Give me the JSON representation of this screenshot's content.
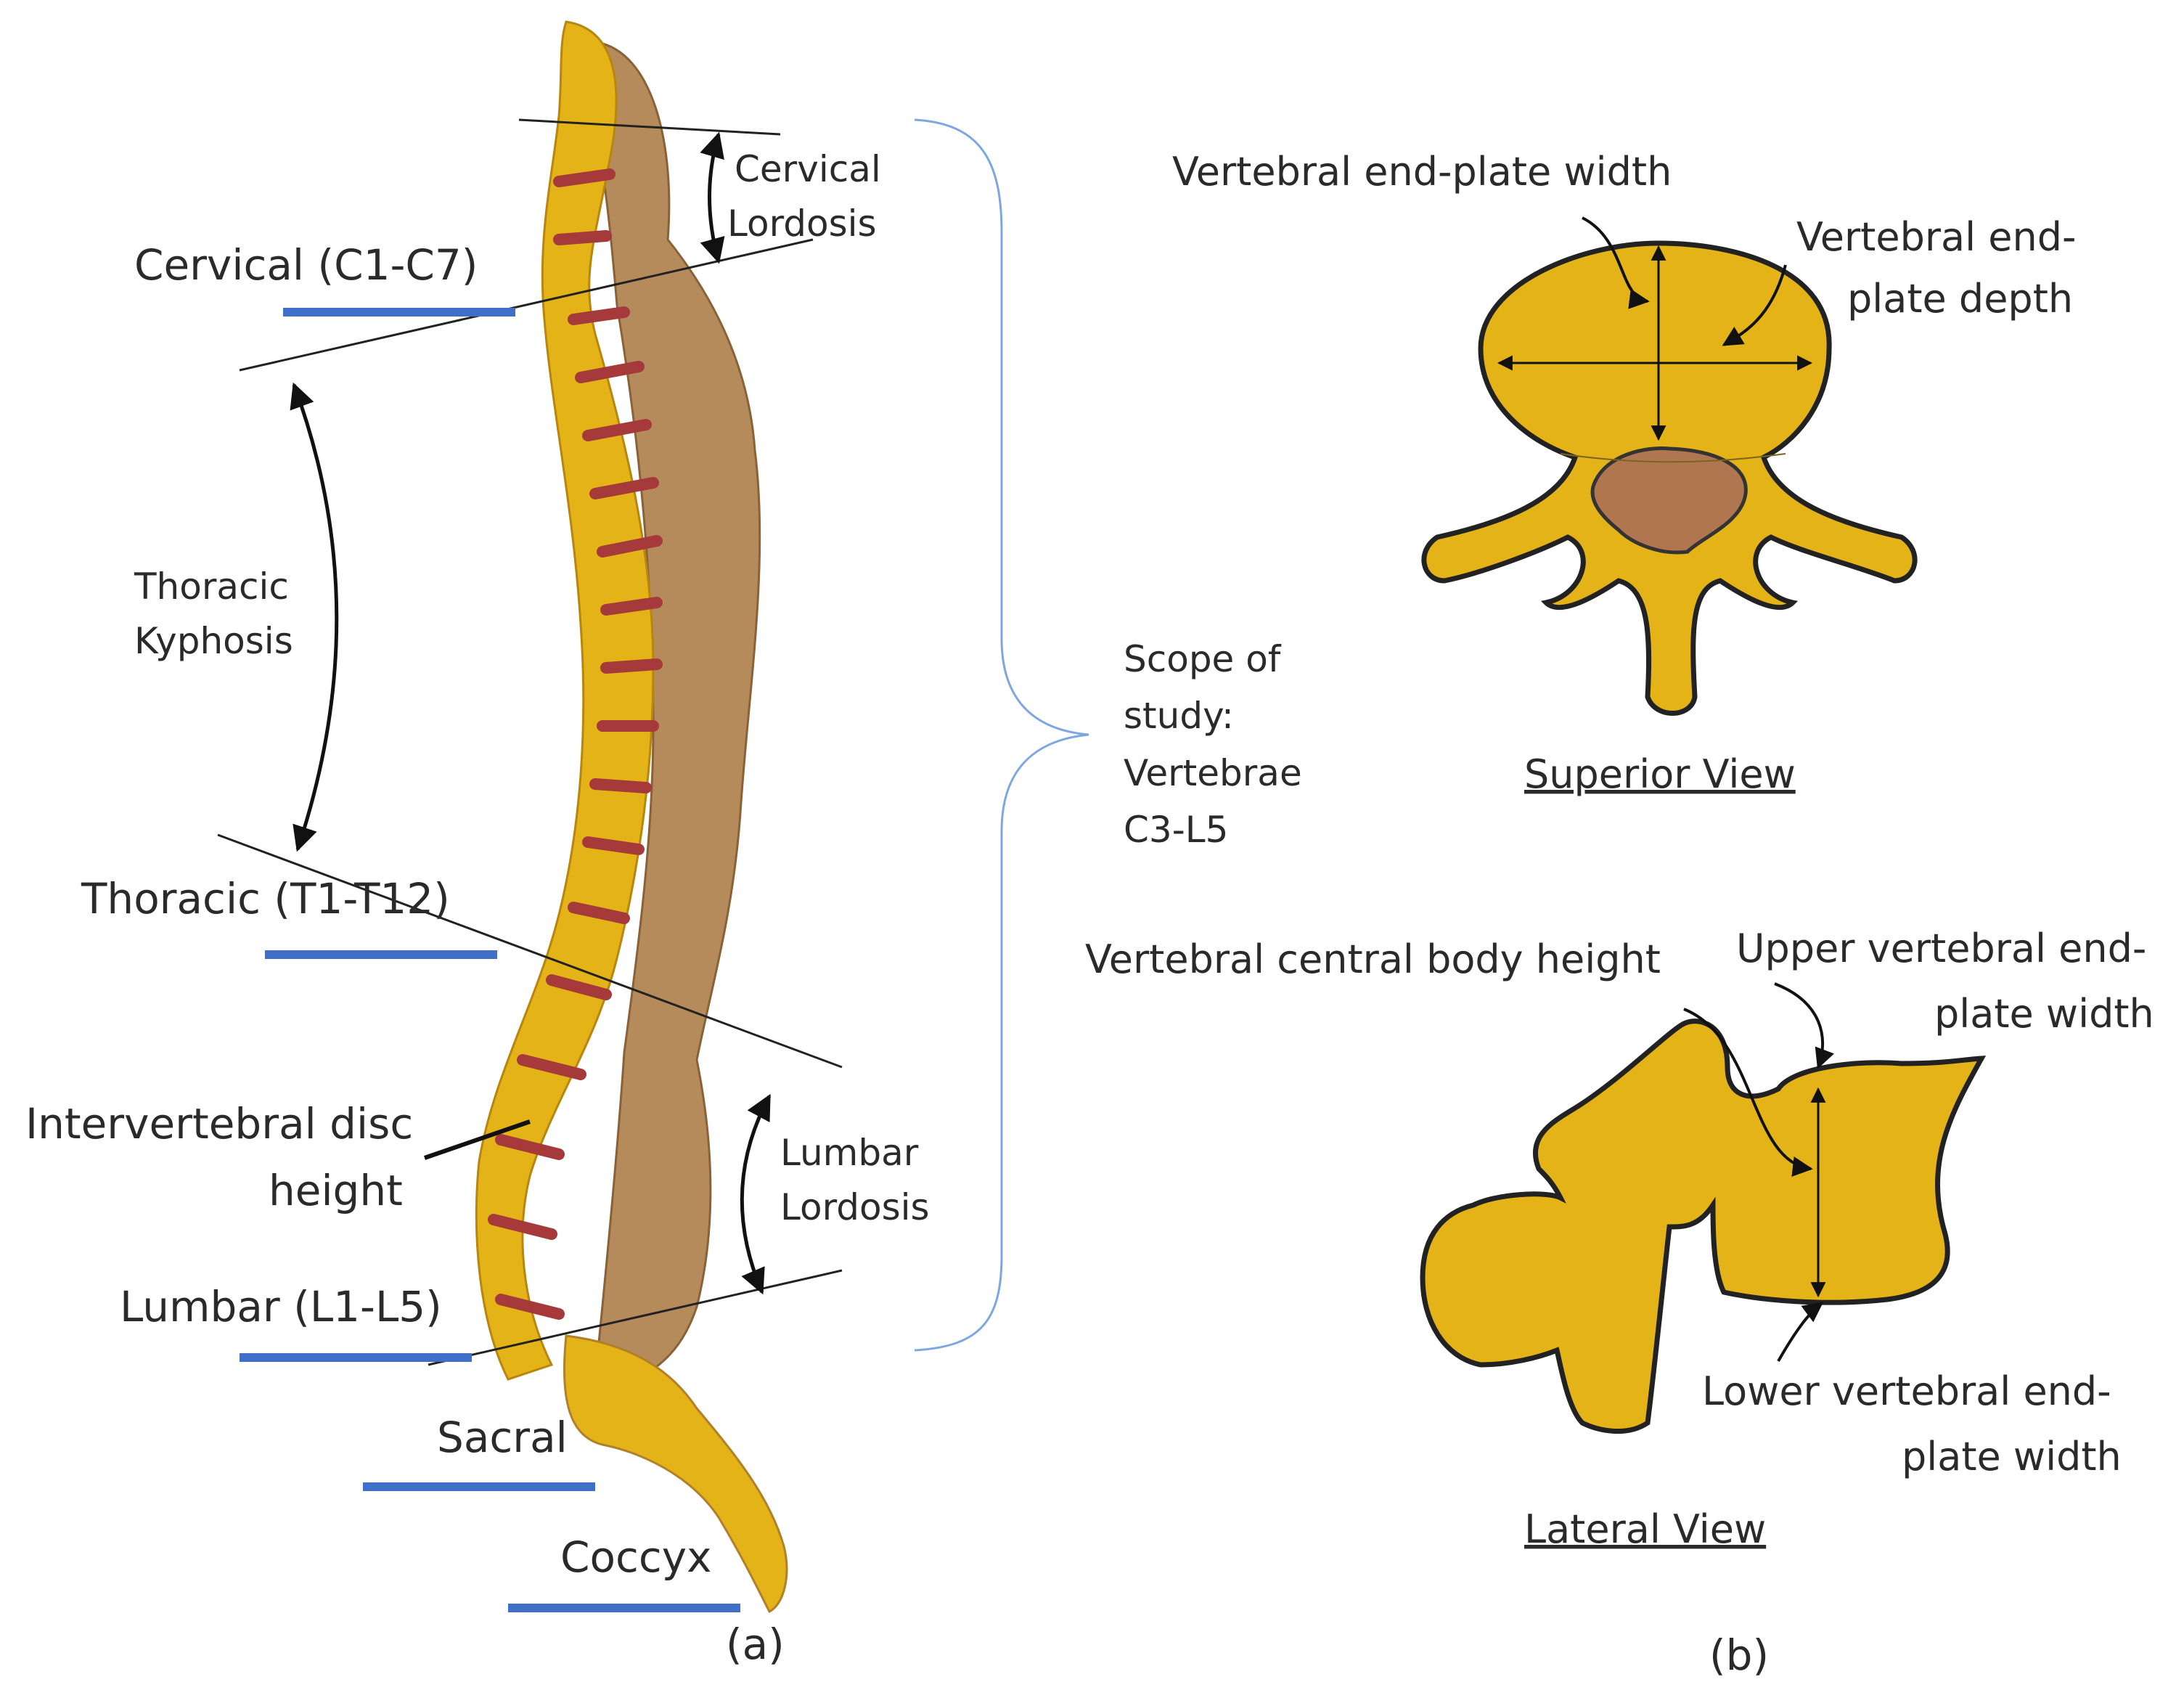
{
  "panel_a": {
    "caption": "(a)",
    "regions": {
      "cervical": "Cervical (C1-C7)",
      "thoracic": "Thoracic (T1-T12)",
      "lumbar": "Lumbar (L1-L5)",
      "sacral": "Sacral",
      "coccyx": "Coccyx"
    },
    "curves": {
      "cervical_1": "Cervical",
      "cervical_2": "Lordosis",
      "thoracic_1": "Thoracic",
      "thoracic_2": "Kyphosis",
      "lumbar_1": "Lumbar",
      "lumbar_2": "Lordosis"
    },
    "disc_1": "Intervertebral disc",
    "disc_2": "height",
    "scope": [
      "Scope of",
      "study:",
      "Vertebrae",
      "C3-L5"
    ]
  },
  "panel_b": {
    "caption": "(b)",
    "superior_title": "Superior View",
    "lateral_title": "Lateral View",
    "endplate_width": "Vertebral end-plate width",
    "endplate_depth_1": "Vertebral end-",
    "endplate_depth_2": "plate depth",
    "central_height": "Vertebral central body height",
    "upper_1": "Upper vertebral end-",
    "upper_2": "plate width",
    "lower_1": "Lower vertebral end-",
    "lower_2": "plate width"
  },
  "colors": {
    "bone": "#e4b317",
    "disc": "#a63a3a",
    "process": "#b68b5c",
    "canal": "#b07650",
    "region_bar": "#3f6fc6",
    "brace": "#7ea6e0",
    "outline": "#222222"
  }
}
